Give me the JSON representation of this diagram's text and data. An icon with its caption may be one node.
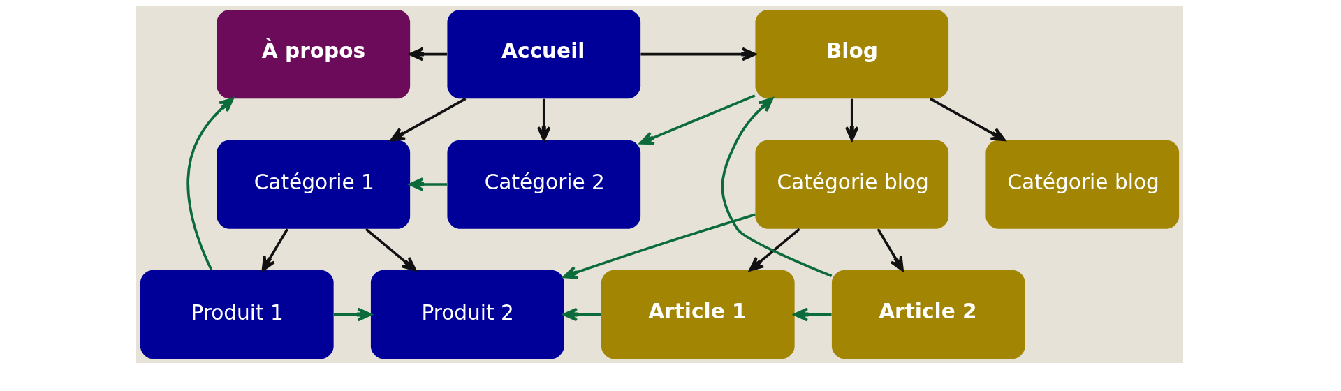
{
  "diagram": {
    "nodes": [
      {
        "text": [
          "À propos"
        ]
      },
      {
        "text": [
          "Accueil"
        ]
      },
      {
        "text": [
          "Blog"
        ]
      },
      {
        "text": [
          "Catégorie 1"
        ]
      },
      {
        "text": [
          "Catégorie 2"
        ]
      },
      {
        "text": [
          "Catégorie blog"
        ]
      },
      {
        "text": [
          "Catégorie blog"
        ]
      },
      {
        "text": [
          "Produit 1"
        ]
      },
      {
        "text": [
          "Produit 2"
        ]
      },
      {
        "text": [
          "Article 1"
        ]
      },
      {
        "text": [
          "Article 2"
        ]
      }
    ],
    "edges": [
      {
        "from": 1,
        "to": 0,
        "arrow": "to"
      },
      {
        "from": 1,
        "to": 2,
        "arrow": "to"
      },
      {
        "from": 1,
        "to": 3,
        "arrow": "to"
      },
      {
        "from": 1,
        "to": 4,
        "arrow": "to"
      },
      {
        "from": 2,
        "to": 5,
        "arrow": "to"
      },
      {
        "from": 2,
        "to": 6,
        "arrow": "to"
      },
      {
        "from": 3,
        "to": 7,
        "arrow": "to"
      },
      {
        "from": 3,
        "to": 8,
        "arrow": "to"
      },
      {
        "from": 5,
        "to": 9,
        "arrow": "to"
      },
      {
        "from": 5,
        "to": 10,
        "arrow": "to"
      },
      {
        "from": 7,
        "to": 0,
        "arrow": "to",
        "color": "#0b6b3a"
      },
      {
        "from": 2,
        "to": 4,
        "arrow": "to",
        "color": "#0b6b3a"
      },
      {
        "from": 4,
        "to": 3,
        "arrow": "to",
        "color": "#0b6b3a"
      },
      {
        "from": 5,
        "to": 8,
        "arrow": "to",
        "color": "#0b6b3a"
      },
      {
        "from": 10,
        "to": 2,
        "arrow": "to",
        "color": "#0b6b3a"
      },
      {
        "from": 7,
        "to": 8,
        "arrow": "to",
        "color": "#0b6b3a"
      },
      {
        "from": 9,
        "to": 8,
        "arrow": "to",
        "color": "#0b6b3a"
      },
      {
        "from": 10,
        "to": 9,
        "arrow": "to",
        "color": "#0b6b3a"
      }
    ]
  }
}
